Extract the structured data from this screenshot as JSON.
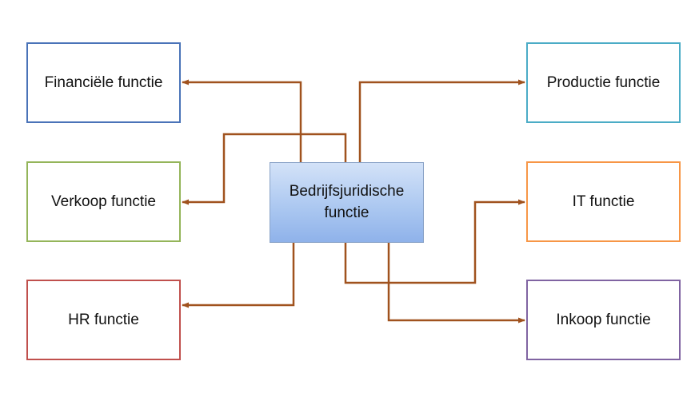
{
  "colors": {
    "connector": "#a0521e",
    "center_fill": "#a9c6f0",
    "center_border": "#8aa3c7"
  },
  "center": {
    "label": "Bedrijfsjuridische functie"
  },
  "boxes": {
    "financiele": {
      "label": "Financiële functie",
      "border_color": "#4a73b8"
    },
    "verkoop": {
      "label": "Verkoop functie",
      "border_color": "#94b55a"
    },
    "hr": {
      "label": "HR functie",
      "border_color": "#c0504d"
    },
    "productie": {
      "label": "Productie functie",
      "border_color": "#4bacc6"
    },
    "it": {
      "label": "IT functie",
      "border_color": "#f79646"
    },
    "inkoop": {
      "label": "Inkoop functie",
      "border_color": "#8064a2"
    }
  }
}
